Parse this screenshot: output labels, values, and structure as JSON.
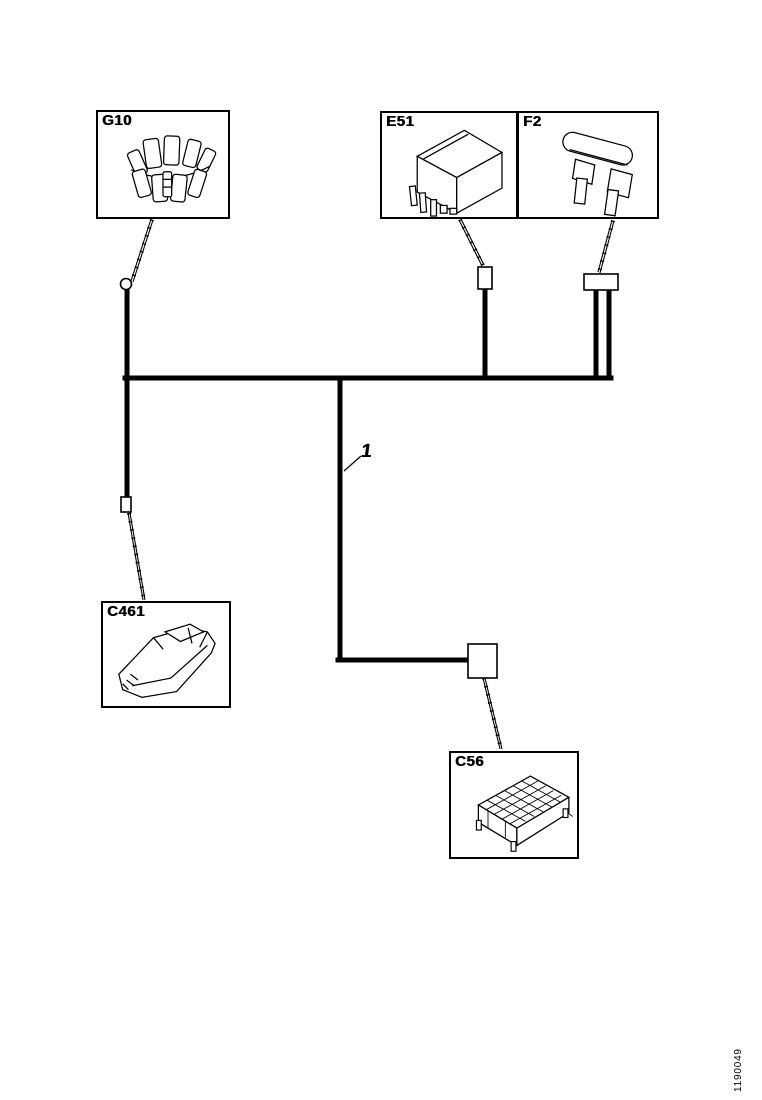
{
  "page": {
    "background_color": "#ffffff",
    "line_color": "#000000",
    "type": "wiring-harness-diagram"
  },
  "diagram": {
    "components": [
      {
        "label": "G10",
        "icon": "ground-terminal-cluster-illustration"
      },
      {
        "label": "E51",
        "icon": "relay-module-illustration"
      },
      {
        "label": "F2",
        "icon": "blade-fuse-illustration"
      },
      {
        "label": "C461",
        "icon": "inline-connector-illustration"
      },
      {
        "label": "C56",
        "icon": "multi-pin-connector-illustration"
      }
    ],
    "wire_label": "1",
    "drawing_number": "1190049"
  }
}
